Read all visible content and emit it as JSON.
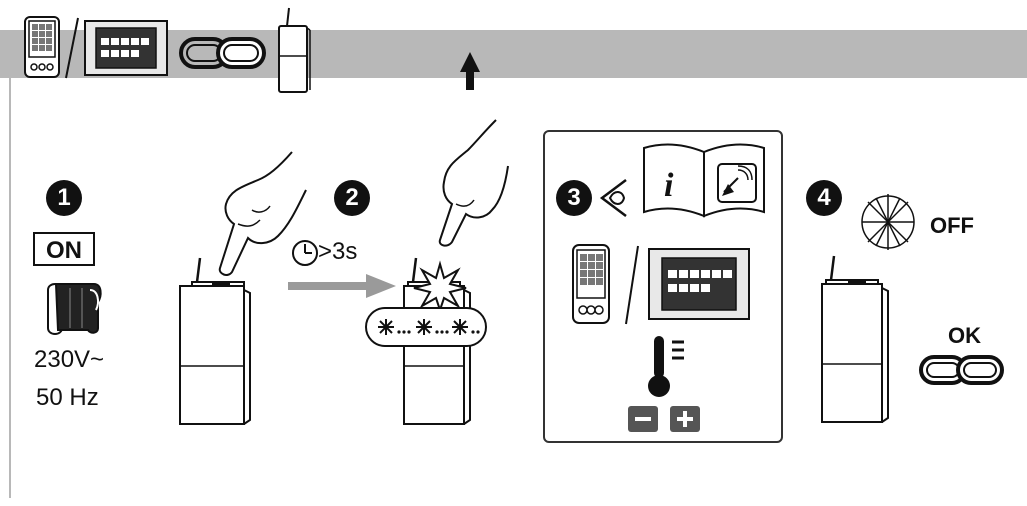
{
  "steps": [
    {
      "number": "1"
    },
    {
      "number": "2"
    },
    {
      "number": "3"
    },
    {
      "number": "4"
    }
  ],
  "step1": {
    "on_label": "ON",
    "voltage": "230V~",
    "frequency": "50 Hz"
  },
  "step2": {
    "hold_time": ">3s"
  },
  "step4": {
    "off_label": "OFF",
    "ok_label": "OK"
  },
  "icons": {
    "header": [
      "phone-icon",
      "slash-separator-icon",
      "touchscreen-display-icon",
      "chain-link-icon",
      "receiver-device-icon"
    ],
    "step1": [
      "power-plug-icon"
    ],
    "step2": [
      "pointing-hand-icon",
      "clock-icon",
      "arrow-right-icon",
      "blinking-led-icon"
    ],
    "step3": [
      "eye-icon",
      "manual-book-icon",
      "thermometer-icon",
      "minus-button-icon",
      "plus-button-icon"
    ],
    "step4": [
      "led-off-icon",
      "chain-link-icon"
    ]
  },
  "colors": {
    "header_bar": "#b8b8b8",
    "arrow": "#9a9a9a",
    "ink": "#111111"
  }
}
